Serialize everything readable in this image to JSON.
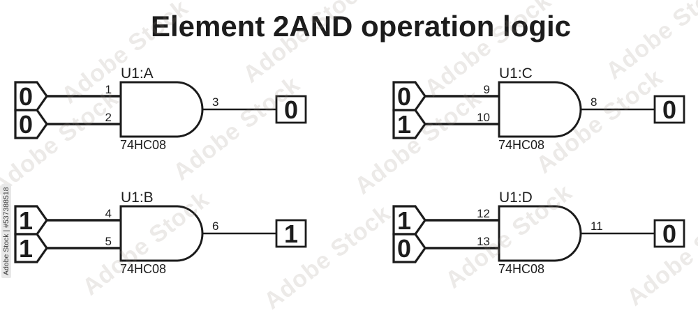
{
  "title": "Element 2AND operation logic",
  "watermark": {
    "text": "Adobe Stock",
    "credit": "Adobe Stock | #537388518"
  },
  "gates": [
    {
      "id": "A",
      "label": "U1:A",
      "chip": "74HC08",
      "input1": {
        "pin": "1",
        "value": "0"
      },
      "input2": {
        "pin": "2",
        "value": "0"
      },
      "output": {
        "pin": "3",
        "value": "0"
      }
    },
    {
      "id": "C",
      "label": "U1:C",
      "chip": "74HC08",
      "input1": {
        "pin": "9",
        "value": "0"
      },
      "input2": {
        "pin": "10",
        "value": "1"
      },
      "output": {
        "pin": "8",
        "value": "0"
      }
    },
    {
      "id": "B",
      "label": "U1:B",
      "chip": "74HC08",
      "input1": {
        "pin": "4",
        "value": "1"
      },
      "input2": {
        "pin": "5",
        "value": "1"
      },
      "output": {
        "pin": "6",
        "value": "1"
      }
    },
    {
      "id": "D",
      "label": "U1:D",
      "chip": "74HC08",
      "input1": {
        "pin": "12",
        "value": "1"
      },
      "input2": {
        "pin": "13",
        "value": "0"
      },
      "output": {
        "pin": "11",
        "value": "0"
      }
    }
  ]
}
